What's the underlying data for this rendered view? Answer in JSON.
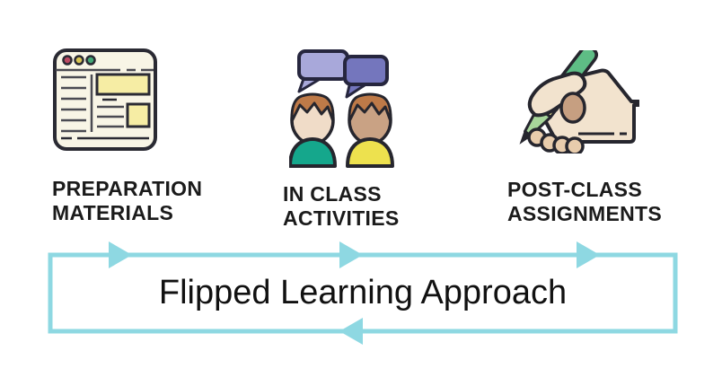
{
  "diagram": {
    "title": "Flipped Learning Approach",
    "stages": [
      {
        "name": "preparation-materials",
        "icon": "browser-window-icon",
        "lines": [
          "PREPARATION",
          "MATERIALS"
        ]
      },
      {
        "name": "in-class-activities",
        "icon": "discussion-icon",
        "lines": [
          "IN CLASS",
          "ACTIVITIES"
        ]
      },
      {
        "name": "post-class-assignments",
        "icon": "writing-hand-icon",
        "lines": [
          "POST-CLASS",
          "ASSIGNMENTS"
        ]
      }
    ],
    "cycle": {
      "top_arrows_direction": "right",
      "top_arrow_count": 3,
      "bottom_arrow_direction": "left",
      "bottom_arrow_count": 1
    }
  },
  "colors": {
    "accent": "#8ED8E2",
    "text": "#1B1B1B",
    "background": "#FFFFFF",
    "outline_dark": "#2A2A33",
    "icon_cream": "#F8F5E6",
    "icon_yellow": "#F6EDA4",
    "bubble_light": "#A8A8DA",
    "bubble_dark": "#7476BD",
    "shirt_teal": "#15A78C",
    "shirt_yellow": "#EDE14E",
    "hair_brown": "#BE7A48",
    "skin_light": "#F0DCC8",
    "skin_tan": "#C9A284",
    "pen_green": "#5EBD85"
  }
}
